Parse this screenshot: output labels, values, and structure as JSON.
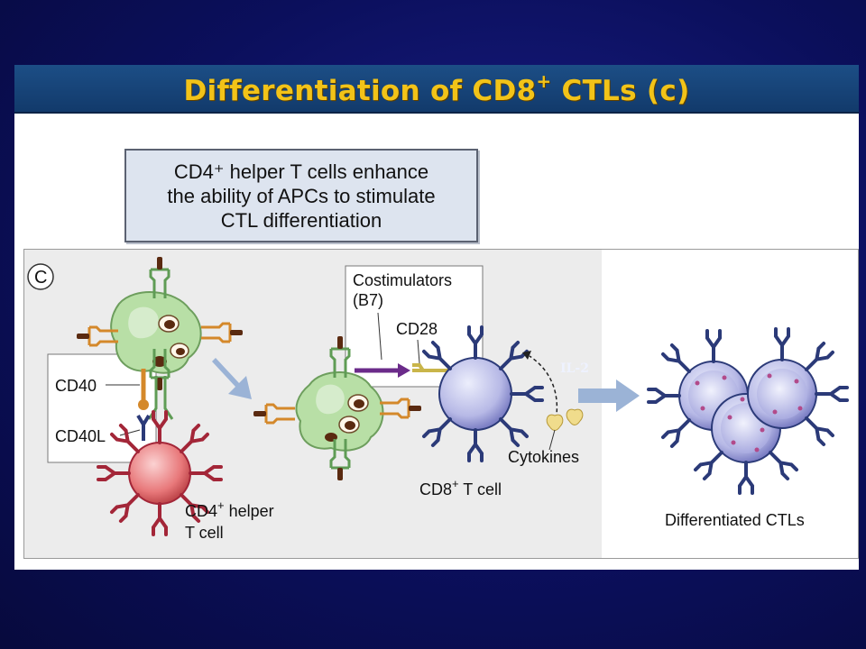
{
  "slide": {
    "title_main": "Differentiation of CD8",
    "title_sup": "+",
    "title_tail": " CTLs (c)"
  },
  "callout": {
    "text": "CD4⁺ helper T cells enhance\nthe ability of APCs to stimulate\nCTL differentiation"
  },
  "diagram": {
    "panel_letter": "C",
    "labels": {
      "cd40": "CD40",
      "cd40l": "CD40L",
      "cd4_helper_line1": "CD4",
      "cd4_helper_sup": "+",
      "cd4_helper_line1_tail": " helper",
      "cd4_helper_line2": "T cell",
      "costim_line1": "Costimulators",
      "costim_line2": "(B7)",
      "cd28": "CD28",
      "il2": "IL-2",
      "cytokines": "Cytokines",
      "cd8_main": "CD8",
      "cd8_sup": "+",
      "cd8_tail": " T cell",
      "differentiated": "Differentiated CTLs"
    },
    "colors": {
      "apc_green": "#b8dfa6",
      "apc_outline": "#6d9e5d",
      "nucleus_brown": "#5a2a10",
      "cd4_red": "#e8787a",
      "cd8_blue": "#b7b9e6",
      "receptor_navy": "#2b3a78",
      "receptor_red": "#a32638",
      "b7_purple": "#6b2b8a",
      "cd28_yellow": "#c9b54a",
      "arrow_blue": "#9bb3d6",
      "granule_pink": "#b24a8a",
      "cytokine_yellow": "#f0dc8c"
    }
  }
}
